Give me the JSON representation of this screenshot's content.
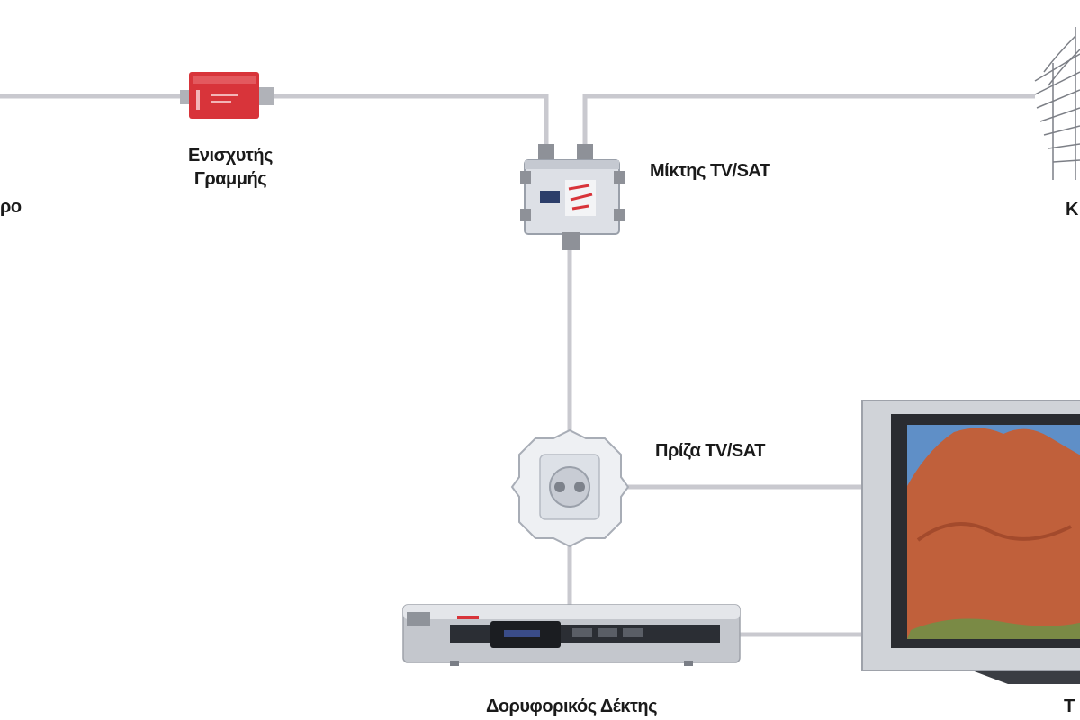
{
  "labels": {
    "left_edge_fragment": "ρο",
    "line_amplifier_line1": "Ενισχυτής",
    "line_amplifier_line2": "Γραμμής",
    "mixer": "Μίκτης TV/SAT",
    "right_edge_fragment": "Κ",
    "outlet": "Πρίζα TV/SAT",
    "receiver": "Δορυφορικός Δέκτης",
    "tv_fragment": "T"
  },
  "colors": {
    "cable": "#c9c9cf",
    "amplifier": "#d8343a",
    "device_gray": "#b9bcc4",
    "tv_frame": "#d0d3d8",
    "tv_screen_sky": "#5f8fc7",
    "tv_screen_rock": "#c0603b"
  },
  "icons": {
    "amplifier": "line-amplifier-icon",
    "mixer": "tv-sat-mixer-icon",
    "antenna": "terrestrial-antenna-icon",
    "outlet": "wall-outlet-icon",
    "receiver": "satellite-receiver-icon",
    "tv": "television-icon"
  }
}
